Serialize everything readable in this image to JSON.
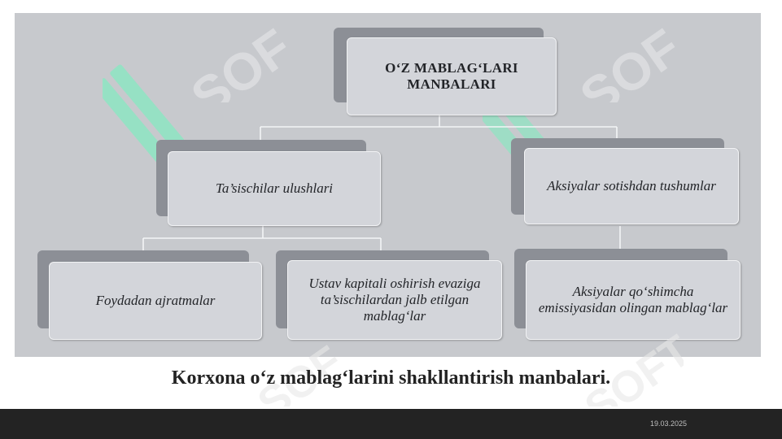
{
  "diagram": {
    "root": "O‘Z MABLAG‘LARI MANBALARI",
    "left_branch": "Ta’sischilar ulushlari",
    "right_branch": "Aksiyalar sotishdan tushumlar",
    "left_child_1": "Foydadan ajratmalar",
    "left_child_2": "Ustav kapitali oshirish evaziga ta’sischilardan jalb etilgan mablag‘lar",
    "right_child": "Aksiyalar qo‘shimcha emissiyasidan olingan mablag‘lar"
  },
  "caption": "Korxona o‘z mablag‘larini shakllantirish manbalari.",
  "footer": {
    "date": "19.03.2025"
  },
  "colors": {
    "photo_bg": "#c7c9cd",
    "box_fill": "#d3d5da",
    "shadow": "#8c8f96",
    "footer_bg": "#232323",
    "watermark": "#7fe0b8"
  }
}
